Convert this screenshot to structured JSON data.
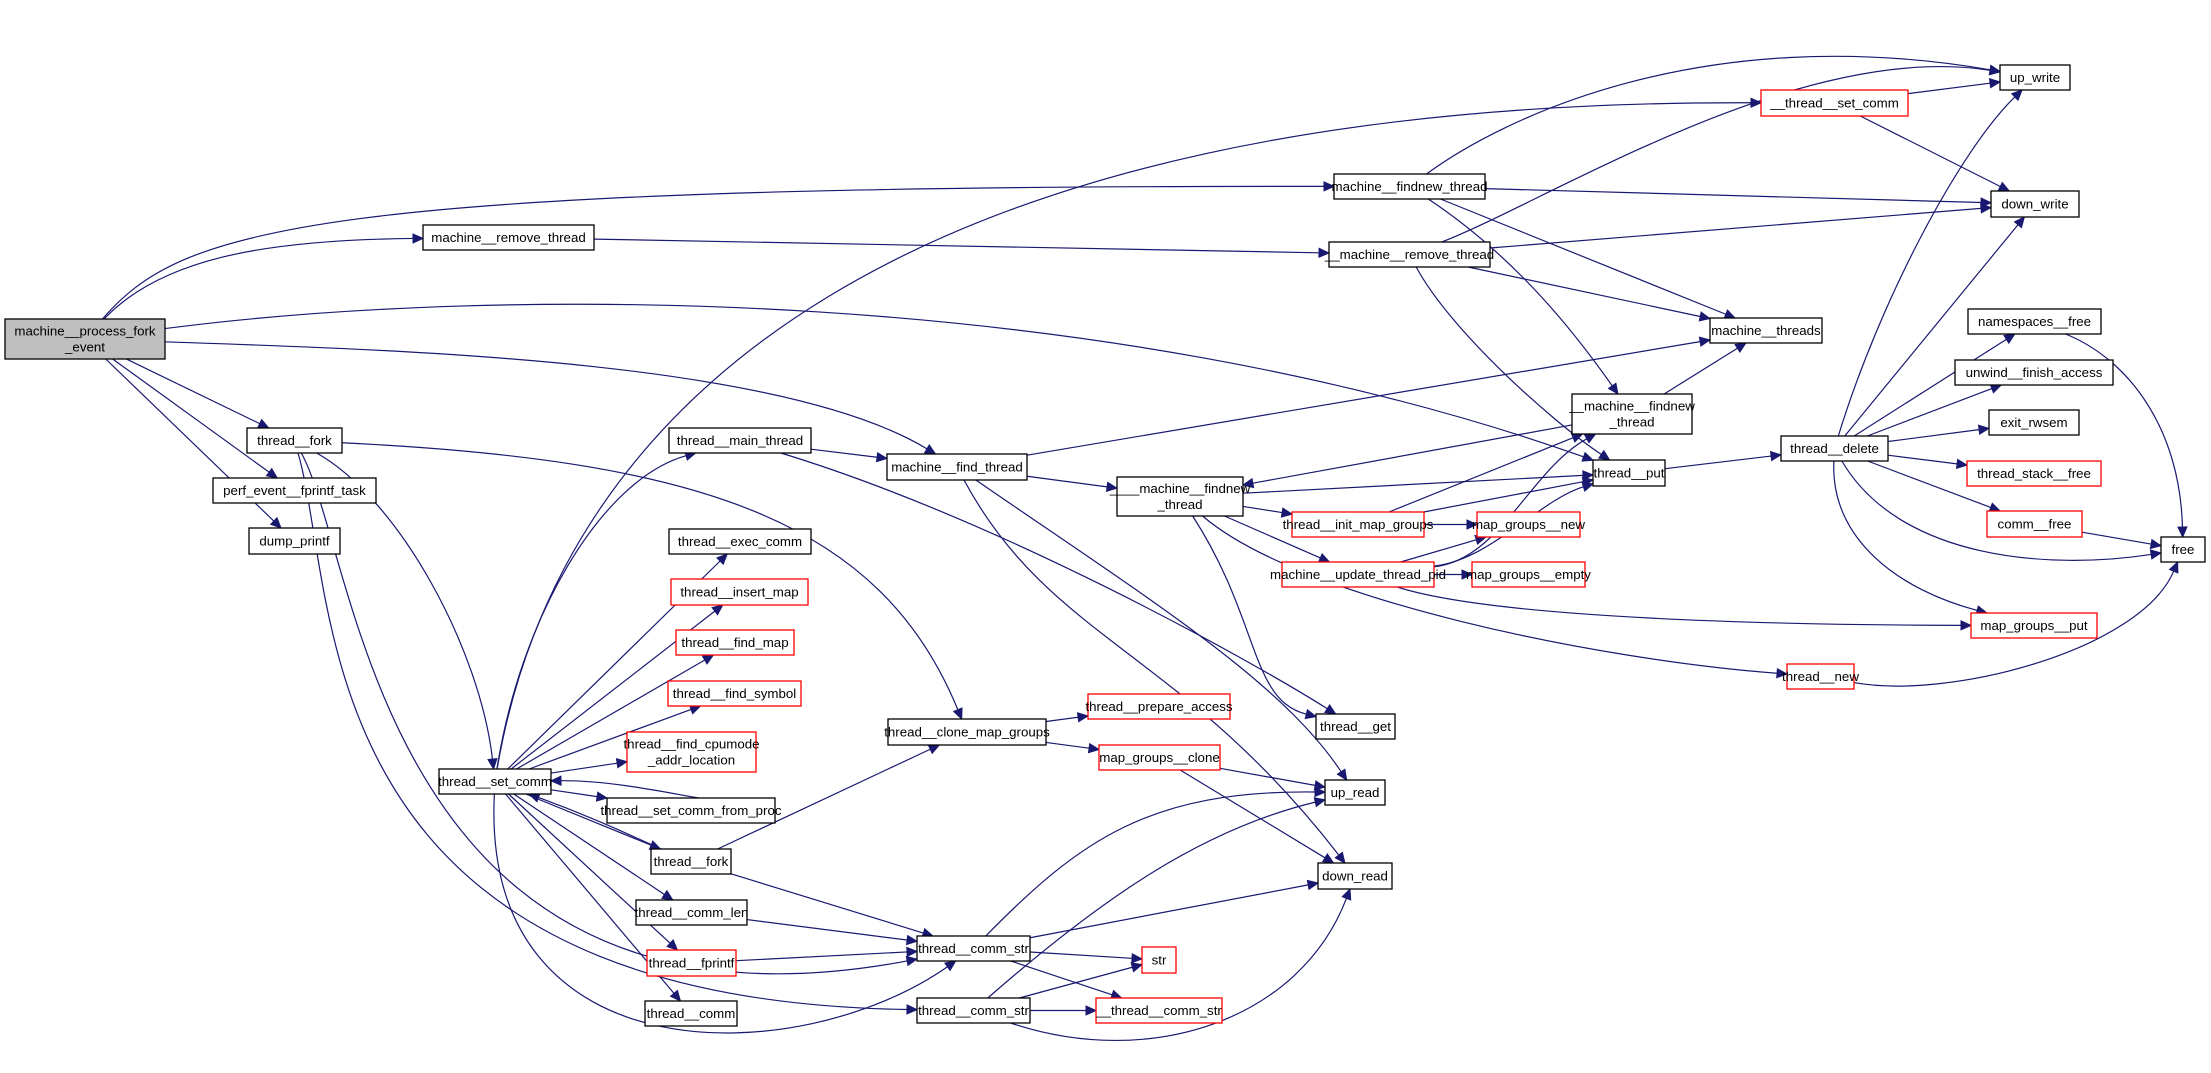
{
  "diagram": {
    "type": "call-graph",
    "colors": {
      "edge": "#191970",
      "root_fill": "#bfbfbf",
      "node_fill": "#ffffff",
      "node_border": "#000000",
      "undocumented_border": "#ff0000"
    },
    "nodes": [
      {
        "id": "root",
        "lines": [
          "machine__process_fork",
          "_event"
        ],
        "kind": "root"
      },
      {
        "id": "thread_fork_a",
        "lines": [
          "thread__fork"
        ],
        "kind": "normal"
      },
      {
        "id": "perf_event_fprintf_task",
        "lines": [
          "perf_event__fprintf_task"
        ],
        "kind": "normal"
      },
      {
        "id": "dump_printf",
        "lines": [
          "dump_printf"
        ],
        "kind": "normal"
      },
      {
        "id": "machine_remove_thread",
        "lines": [
          "machine__remove_thread"
        ],
        "kind": "normal"
      },
      {
        "id": "thread_main_thread",
        "lines": [
          "thread__main_thread"
        ],
        "kind": "normal"
      },
      {
        "id": "machine_find_thread",
        "lines": [
          "machine__find_thread"
        ],
        "kind": "normal"
      },
      {
        "id": "machine_findnew_thread",
        "lines": [
          "machine__findnew_thread"
        ],
        "kind": "normal"
      },
      {
        "id": "__machine_remove_thread",
        "lines": [
          "__machine__remove_thread"
        ],
        "kind": "normal"
      },
      {
        "id": "__thread_set_comm",
        "lines": [
          "__thread__set_comm"
        ],
        "kind": "undocumented"
      },
      {
        "id": "up_write",
        "lines": [
          "up_write"
        ],
        "kind": "normal"
      },
      {
        "id": "down_write",
        "lines": [
          "down_write"
        ],
        "kind": "normal"
      },
      {
        "id": "machine_threads",
        "lines": [
          "machine__threads"
        ],
        "kind": "normal"
      },
      {
        "id": "__machine_findnew_thread",
        "lines": [
          "__machine__findnew",
          "_thread"
        ],
        "kind": "normal"
      },
      {
        "id": "thread_put",
        "lines": [
          "thread__put"
        ],
        "kind": "normal"
      },
      {
        "id": "____machine_findnew_thread",
        "lines": [
          "____machine__findnew",
          "_thread"
        ],
        "kind": "normal"
      },
      {
        "id": "thread_init_map_groups",
        "lines": [
          "thread__init_map_groups"
        ],
        "kind": "undocumented"
      },
      {
        "id": "map_groups_new",
        "lines": [
          "map_groups__new"
        ],
        "kind": "undocumented"
      },
      {
        "id": "machine_update_thread_pid",
        "lines": [
          "machine__update_thread_pid"
        ],
        "kind": "undocumented"
      },
      {
        "id": "map_groups_empty",
        "lines": [
          "map_groups__empty"
        ],
        "kind": "undocumented"
      },
      {
        "id": "thread_delete",
        "lines": [
          "thread__delete"
        ],
        "kind": "normal"
      },
      {
        "id": "namespaces_free",
        "lines": [
          "namespaces__free"
        ],
        "kind": "normal"
      },
      {
        "id": "unwind_finish_access",
        "lines": [
          "unwind__finish_access"
        ],
        "kind": "normal"
      },
      {
        "id": "exit_rwsem",
        "lines": [
          "exit_rwsem"
        ],
        "kind": "normal"
      },
      {
        "id": "thread_stack_free",
        "lines": [
          "thread_stack__free"
        ],
        "kind": "undocumented"
      },
      {
        "id": "comm_free",
        "lines": [
          "comm__free"
        ],
        "kind": "undocumented"
      },
      {
        "id": "free",
        "lines": [
          "free"
        ],
        "kind": "normal"
      },
      {
        "id": "map_groups_put",
        "lines": [
          "map_groups__put"
        ],
        "kind": "undocumented"
      },
      {
        "id": "thread_new",
        "lines": [
          "thread__new"
        ],
        "kind": "undocumented"
      },
      {
        "id": "thread_get",
        "lines": [
          "thread__get"
        ],
        "kind": "normal"
      },
      {
        "id": "thread_clone_map_groups",
        "lines": [
          "thread__clone_map_groups"
        ],
        "kind": "normal"
      },
      {
        "id": "thread_prepare_access",
        "lines": [
          "thread__prepare_access"
        ],
        "kind": "undocumented"
      },
      {
        "id": "map_groups_clone",
        "lines": [
          "map_groups__clone"
        ],
        "kind": "undocumented"
      },
      {
        "id": "up_read",
        "lines": [
          "up_read"
        ],
        "kind": "normal"
      },
      {
        "id": "down_read",
        "lines": [
          "down_read"
        ],
        "kind": "normal"
      },
      {
        "id": "thread_set_comm",
        "lines": [
          "thread__set_comm"
        ],
        "kind": "normal"
      },
      {
        "id": "thread_exec_comm",
        "lines": [
          "thread__exec_comm"
        ],
        "kind": "normal"
      },
      {
        "id": "thread_insert_map",
        "lines": [
          "thread__insert_map"
        ],
        "kind": "undocumented"
      },
      {
        "id": "thread_find_map",
        "lines": [
          "thread__find_map"
        ],
        "kind": "undocumented"
      },
      {
        "id": "thread_find_symbol",
        "lines": [
          "thread__find_symbol"
        ],
        "kind": "undocumented"
      },
      {
        "id": "thread_find_cpumode_addr_location",
        "lines": [
          "thread__find_cpumode",
          "_addr_location"
        ],
        "kind": "undocumented"
      },
      {
        "id": "thread_set_comm_from_proc",
        "lines": [
          "thread__set_comm_from_proc"
        ],
        "kind": "normal"
      },
      {
        "id": "thread_fork_b",
        "lines": [
          "thread__fork"
        ],
        "kind": "normal"
      },
      {
        "id": "thread_comm_len",
        "lines": [
          "thread__comm_len"
        ],
        "kind": "normal"
      },
      {
        "id": "thread_fprintf",
        "lines": [
          "thread__fprintf"
        ],
        "kind": "undocumented"
      },
      {
        "id": "thread_comm",
        "lines": [
          "thread__comm"
        ],
        "kind": "normal"
      },
      {
        "id": "thread_comm_str_a",
        "lines": [
          "thread__comm_str"
        ],
        "kind": "normal"
      },
      {
        "id": "thread_comm_str_b",
        "lines": [
          "thread__comm_str"
        ],
        "kind": "normal"
      },
      {
        "id": "str",
        "lines": [
          "str"
        ],
        "kind": "undocumented"
      },
      {
        "id": "__thread_comm_str",
        "lines": [
          "__thread__comm_str"
        ],
        "kind": "undocumented"
      }
    ],
    "edges": [
      [
        "root",
        "machine_findnew_thread"
      ],
      [
        "root",
        "machine_remove_thread"
      ],
      [
        "root",
        "thread_put"
      ],
      [
        "root",
        "machine_find_thread"
      ],
      [
        "root",
        "thread_fork_a"
      ],
      [
        "root",
        "perf_event_fprintf_task"
      ],
      [
        "root",
        "dump_printf"
      ],
      [
        "thread_fork_a",
        "thread_set_comm"
      ],
      [
        "thread_fork_a",
        "thread_clone_map_groups"
      ],
      [
        "thread_fork_a",
        "thread_comm_str_a"
      ],
      [
        "thread_fork_a",
        "thread_comm_str_b"
      ],
      [
        "machine_remove_thread",
        "__machine_remove_thread"
      ],
      [
        "machine_findnew_thread",
        "up_write"
      ],
      [
        "machine_findnew_thread",
        "down_write"
      ],
      [
        "machine_findnew_thread",
        "machine_threads"
      ],
      [
        "machine_findnew_thread",
        "__machine_findnew_thread"
      ],
      [
        "__machine_remove_thread",
        "up_write"
      ],
      [
        "__machine_remove_thread",
        "down_write"
      ],
      [
        "__machine_remove_thread",
        "machine_threads"
      ],
      [
        "__machine_remove_thread",
        "thread_put"
      ],
      [
        "__thread_set_comm",
        "up_write"
      ],
      [
        "__thread_set_comm",
        "down_write"
      ],
      [
        "thread_set_comm",
        "__thread_set_comm"
      ],
      [
        "thread_set_comm",
        "thread_main_thread"
      ],
      [
        "thread_set_comm",
        "thread_exec_comm"
      ],
      [
        "thread_set_comm",
        "thread_insert_map"
      ],
      [
        "thread_set_comm",
        "thread_find_map"
      ],
      [
        "thread_set_comm",
        "thread_find_symbol"
      ],
      [
        "thread_set_comm",
        "thread_find_cpumode_addr_location"
      ],
      [
        "thread_set_comm",
        "thread_set_comm_from_proc"
      ],
      [
        "thread_set_comm",
        "thread_fork_b"
      ],
      [
        "thread_set_comm",
        "thread_comm_len"
      ],
      [
        "thread_set_comm",
        "thread_fprintf"
      ],
      [
        "thread_set_comm",
        "thread_comm"
      ],
      [
        "thread_set_comm",
        "thread_comm_str_a"
      ],
      [
        "thread_set_comm_from_proc",
        "thread_set_comm"
      ],
      [
        "thread_fork_b",
        "thread_set_comm"
      ],
      [
        "thread_fork_b",
        "thread_clone_map_groups"
      ],
      [
        "thread_fork_b",
        "thread_comm_str_a"
      ],
      [
        "thread_main_thread",
        "machine_find_thread"
      ],
      [
        "thread_main_thread",
        "thread_get"
      ],
      [
        "machine_find_thread",
        "machine_threads"
      ],
      [
        "machine_find_thread",
        "____machine_findnew_thread"
      ],
      [
        "machine_find_thread",
        "up_read"
      ],
      [
        "machine_find_thread",
        "down_read"
      ],
      [
        "__machine_findnew_thread",
        "machine_threads"
      ],
      [
        "__machine_findnew_thread",
        "____machine_findnew_thread"
      ],
      [
        "____machine_findnew_thread",
        "thread_put"
      ],
      [
        "____machine_findnew_thread",
        "thread_init_map_groups"
      ],
      [
        "____machine_findnew_thread",
        "machine_update_thread_pid"
      ],
      [
        "____machine_findnew_thread",
        "thread_new"
      ],
      [
        "____machine_findnew_thread",
        "thread_get"
      ],
      [
        "thread_init_map_groups",
        "__machine_findnew_thread"
      ],
      [
        "thread_init_map_groups",
        "thread_put"
      ],
      [
        "thread_init_map_groups",
        "map_groups_new"
      ],
      [
        "machine_update_thread_pid",
        "__machine_findnew_thread"
      ],
      [
        "machine_update_thread_pid",
        "thread_put"
      ],
      [
        "machine_update_thread_pid",
        "map_groups_new"
      ],
      [
        "machine_update_thread_pid",
        "map_groups_empty"
      ],
      [
        "machine_update_thread_pid",
        "map_groups_put"
      ],
      [
        "thread_put",
        "thread_delete"
      ],
      [
        "thread_delete",
        "up_write"
      ],
      [
        "thread_delete",
        "down_write"
      ],
      [
        "thread_delete",
        "namespaces_free"
      ],
      [
        "thread_delete",
        "unwind_finish_access"
      ],
      [
        "thread_delete",
        "exit_rwsem"
      ],
      [
        "thread_delete",
        "thread_stack_free"
      ],
      [
        "thread_delete",
        "comm_free"
      ],
      [
        "thread_delete",
        "free"
      ],
      [
        "thread_delete",
        "map_groups_put"
      ],
      [
        "namespaces_free",
        "free"
      ],
      [
        "comm_free",
        "free"
      ],
      [
        "thread_new",
        "free"
      ],
      [
        "thread_clone_map_groups",
        "thread_prepare_access"
      ],
      [
        "thread_clone_map_groups",
        "map_groups_clone"
      ],
      [
        "map_groups_clone",
        "up_read"
      ],
      [
        "map_groups_clone",
        "down_read"
      ],
      [
        "thread_comm_len",
        "thread_comm_str_a"
      ],
      [
        "thread_fprintf",
        "thread_comm_str_a"
      ],
      [
        "thread_comm_str_a",
        "up_read"
      ],
      [
        "thread_comm_str_a",
        "down_read"
      ],
      [
        "thread_comm_str_a",
        "str"
      ],
      [
        "thread_comm_str_a",
        "__thread_comm_str"
      ],
      [
        "thread_comm_str_b",
        "up_read"
      ],
      [
        "thread_comm_str_b",
        "down_read"
      ],
      [
        "thread_comm_str_b",
        "str"
      ],
      [
        "thread_comm_str_b",
        "__thread_comm_str"
      ]
    ]
  }
}
